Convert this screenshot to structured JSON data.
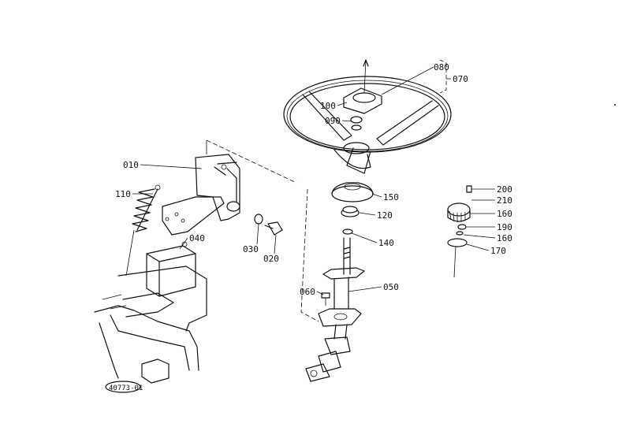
{
  "diagram": {
    "part_labels": [
      {
        "id": "p010",
        "text": "010"
      },
      {
        "id": "p110",
        "text": "110"
      },
      {
        "id": "p040",
        "text": "040"
      },
      {
        "id": "p030",
        "text": "030"
      },
      {
        "id": "p020",
        "text": "020"
      },
      {
        "id": "p060",
        "text": "060"
      },
      {
        "id": "p050",
        "text": "050"
      },
      {
        "id": "p140",
        "text": "140"
      },
      {
        "id": "p120",
        "text": "120"
      },
      {
        "id": "p150",
        "text": "150"
      },
      {
        "id": "p100",
        "text": "100"
      },
      {
        "id": "p090",
        "text": "090"
      },
      {
        "id": "p080",
        "text": "080"
      },
      {
        "id": "p070",
        "text": "070"
      },
      {
        "id": "p200",
        "text": "200"
      },
      {
        "id": "p210",
        "text": "210"
      },
      {
        "id": "p160a",
        "text": "160"
      },
      {
        "id": "p190",
        "text": "190"
      },
      {
        "id": "p160b",
        "text": "160"
      },
      {
        "id": "p170",
        "text": "170"
      }
    ],
    "figure_code": "40773-01"
  }
}
